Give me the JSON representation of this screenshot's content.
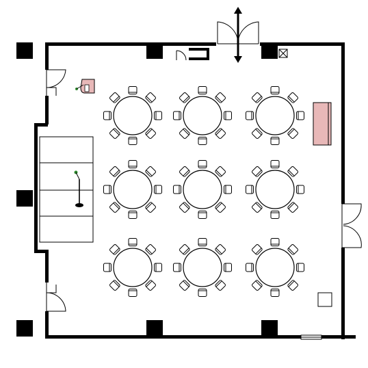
{
  "floor_plan": {
    "layout": "banquet rounds",
    "round_tables": {
      "rows": 3,
      "columns": 3,
      "chairs_per_table": 8
    },
    "features": [
      "stage",
      "podium-microphone",
      "lectern",
      "buffet-table",
      "double-doors",
      "single-doors",
      "pillars",
      "service-box"
    ],
    "colors": {
      "walls": "#000000",
      "furniture_fill": "#ffffff",
      "accent_fill": "#e8b8b8",
      "mic": "#2e8b2e"
    }
  }
}
